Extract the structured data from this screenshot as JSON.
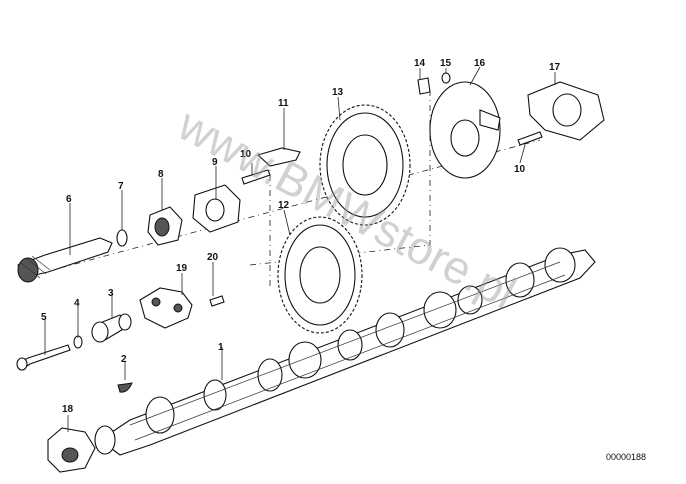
{
  "diagram": {
    "watermark": "www.BMWstore.pl",
    "drawing_code": "00000188",
    "callouts": [
      "1",
      "2",
      "3",
      "4",
      "5",
      "6",
      "7",
      "8",
      "9",
      "10",
      "10",
      "11",
      "12",
      "13",
      "14",
      "15",
      "16",
      "17",
      "18",
      "19",
      "20"
    ]
  }
}
